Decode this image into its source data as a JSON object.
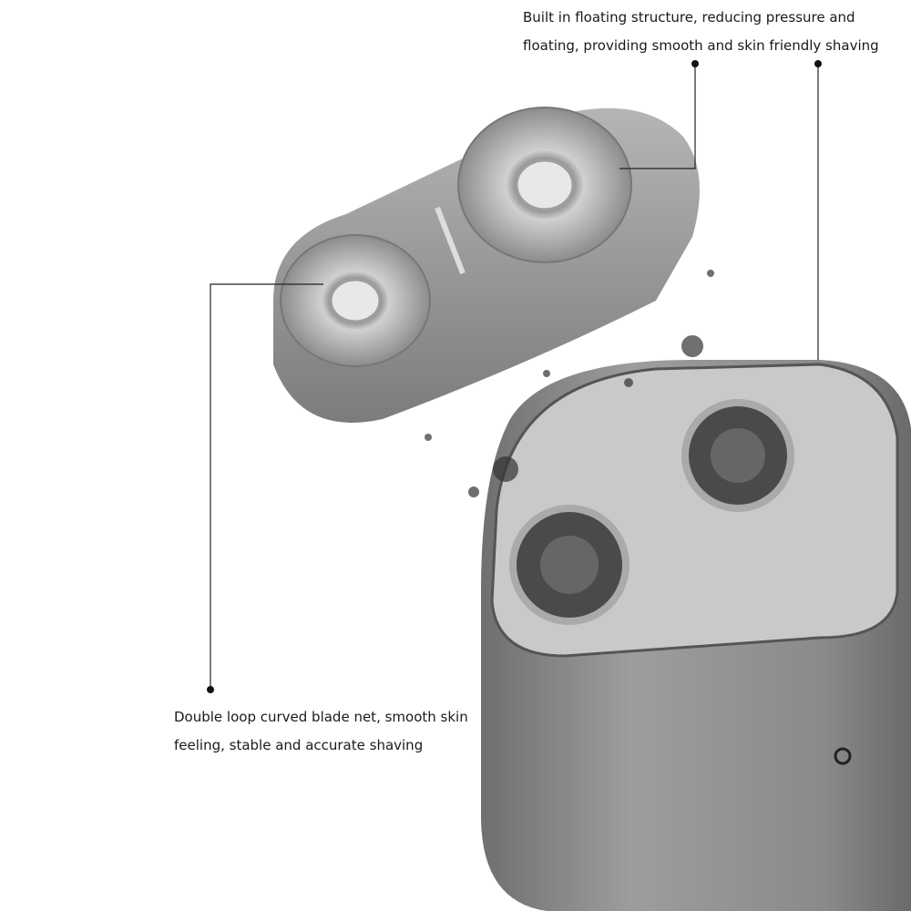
{
  "callouts": {
    "top": {
      "line1": "Built in floating structure, reducing pressure and",
      "line2": "floating, providing smooth and skin friendly shaving"
    },
    "bottom": {
      "line1": "Double loop curved blade net, smooth skin",
      "line2": "feeling, stable and accurate shaving"
    }
  },
  "colors": {
    "body": "#8e8e8e",
    "body_dark": "#5a5a5a",
    "blade_silver": "#c8c8c8",
    "text": "#1a1a1a"
  }
}
